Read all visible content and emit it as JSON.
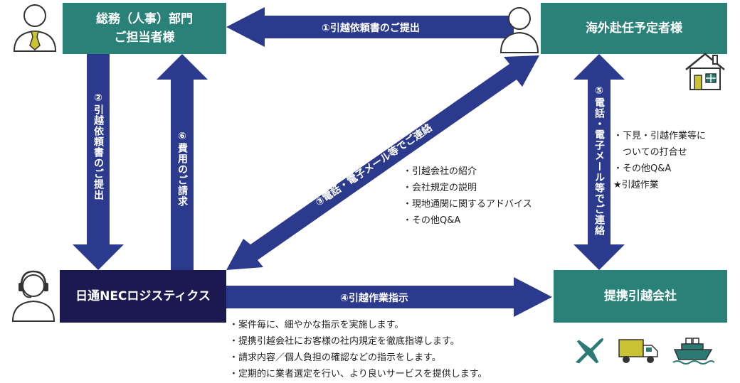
{
  "boxes": {
    "soumu_line1": "総務（人事）部門",
    "soumu_line2": "ご担当者様",
    "kaigai": "海外赴任予定者様",
    "nittsu": "日通NECロジスティクス",
    "teikei": "提携引越会社"
  },
  "arrows": {
    "a1": "①引越依頼書のご提出",
    "a2": "②引越依頼書のご提出",
    "a3": "③電話・電子メール等でご連絡",
    "a4": "④引越作業指示",
    "a5": "⑤電話・電子メール等でご連絡",
    "a6": "⑥費用のご請求"
  },
  "notes_center": [
    "・引越会社の紹介",
    "・会社規定の説明",
    "・現地通関に関するアドバイス",
    "・その他Q&A"
  ],
  "notes_right": [
    "・下見・引越作業等に",
    "　ついての打合せ",
    "・その他Q&A",
    "★引越作業"
  ],
  "notes_bottom": [
    "・案件毎に、細やかな指示を実施します。",
    "・提携引越会社にお客様の社内規定を徹底指導します。",
    "・請求内容／個人負担の確認などの指示をします。",
    "・定期的に業者選定を行い、より良いサービスを提供します。"
  ],
  "colors": {
    "teal": "#2a8178",
    "navy": "#1c1850",
    "arrow": "#2b3a8c",
    "icon": "#2b7a74"
  }
}
